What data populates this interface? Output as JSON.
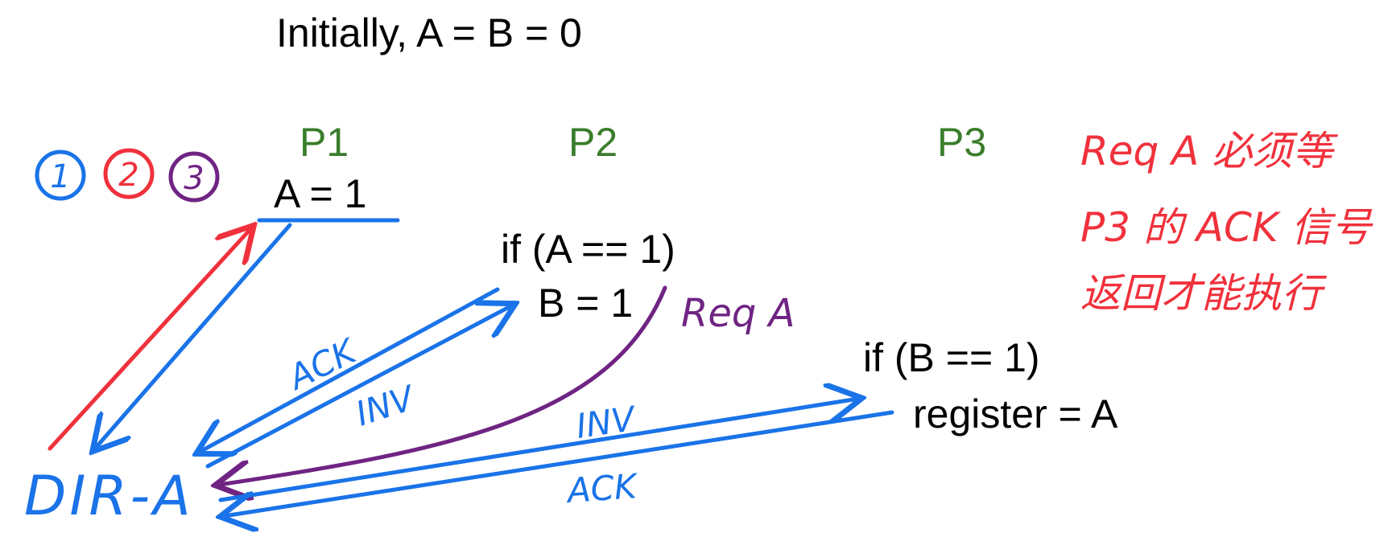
{
  "colors": {
    "text": "#000000",
    "process_label": "#3a7d2c",
    "blue": "#1a73e8",
    "red": "#f0313c",
    "purple": "#6f2483"
  },
  "title": "Initially, A = B = 0",
  "processes": {
    "p1": "P1",
    "p2": "P2",
    "p3": "P3"
  },
  "legend": {
    "step1": "1",
    "step2": "2",
    "step3": "3"
  },
  "code": {
    "p1_line1": "A = 1",
    "p2_line1": "if (A == 1)",
    "p2_line2": "B = 1",
    "p3_line1": "if (B == 1)",
    "p3_line2": "register = A"
  },
  "directory_label": "DIR-A",
  "message_labels": {
    "ack_p2": "ACK",
    "inv_p2": "INV",
    "inv_p3": "INV",
    "ack_p3": "ACK",
    "req_a": "Req A"
  },
  "note": {
    "line1": "Req A 必须等",
    "line2": "P3 的 ACK 信号",
    "line3": "返回才能执行"
  }
}
